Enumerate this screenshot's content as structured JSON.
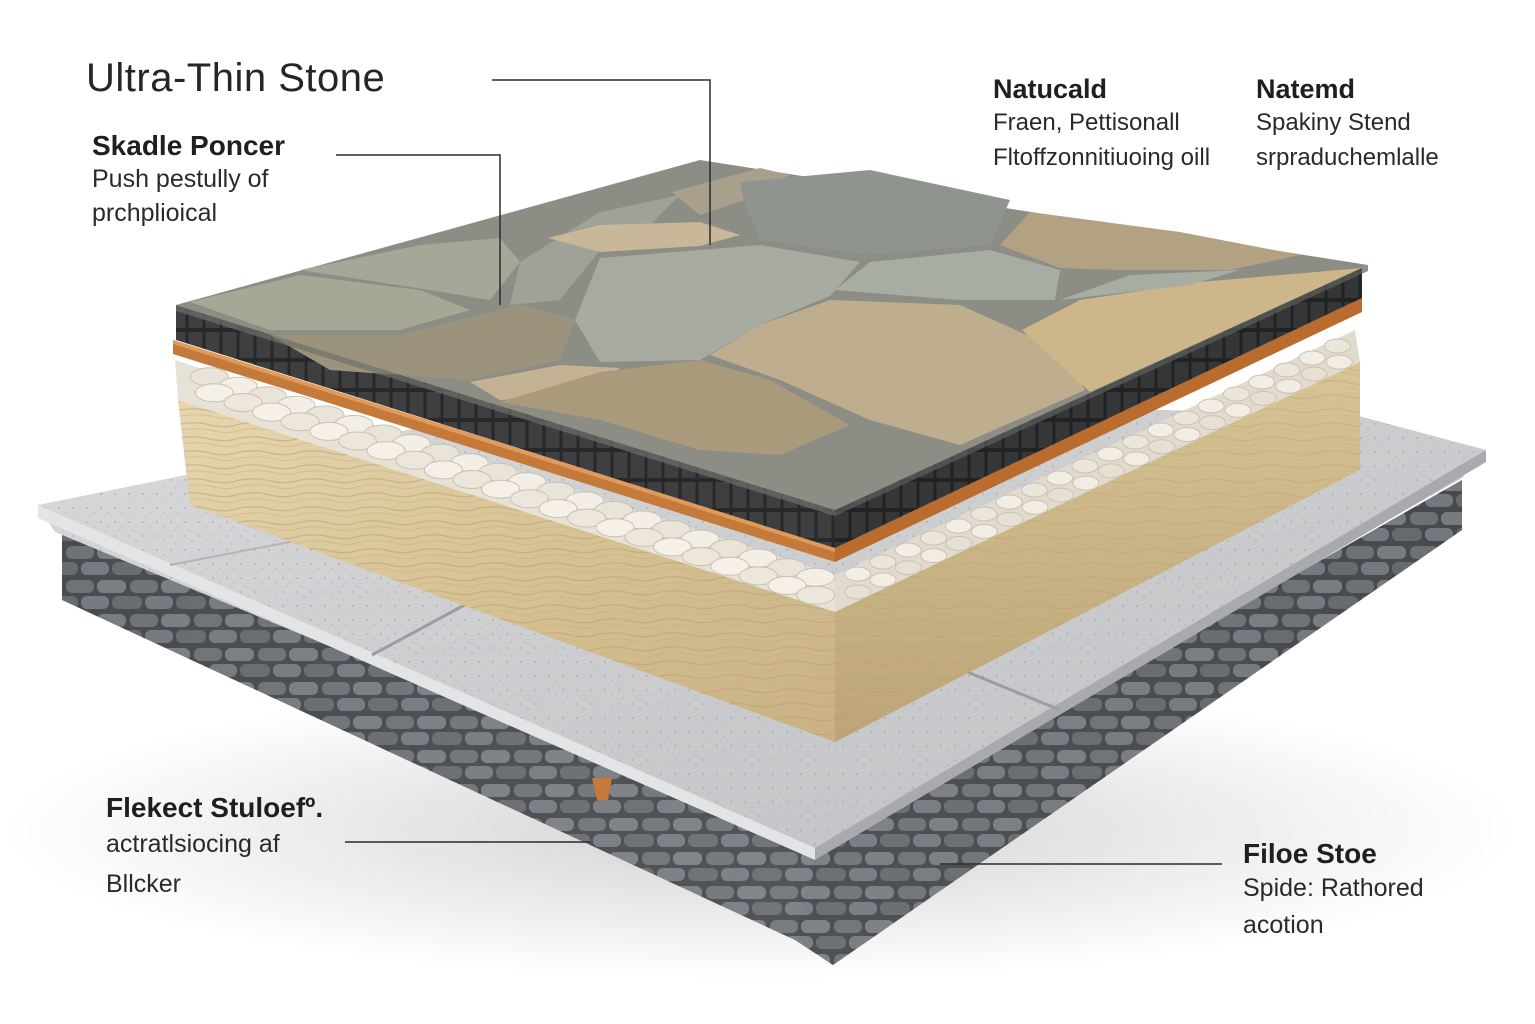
{
  "title": "Ultra-Thin Stone",
  "callouts": {
    "top_left": {
      "heading": "Skadle Poncer",
      "lines": [
        "Push pestully of",
        "prchplioical"
      ]
    },
    "top_right_a": {
      "heading": "Natucald",
      "lines": [
        "Fraen, Pettisonall",
        "Fltoffzonnitiuoing oill"
      ]
    },
    "top_right_b": {
      "heading": "Natemd",
      "lines": [
        "Spakiny Stend",
        "srpraduchemlalle"
      ]
    },
    "bottom_left": {
      "heading": "Flekect Stuloefº.",
      "lines": [
        "actratlsiocing af",
        "Bllcker"
      ]
    },
    "bottom_right": {
      "heading": "Filoe Stoe",
      "lines": [
        "Spide: Rathored",
        "acotion"
      ]
    }
  },
  "colors": {
    "background": "#ffffff",
    "text": "#1f1f1f",
    "leader_line": "#2b2b2b",
    "top_stone_gray": "#9a9d92",
    "top_stone_beige": "#c8b898",
    "grid_layer": "#3a3b3d",
    "copper_strip": "#c47a3a",
    "pebble_layer": "#ece8de",
    "wood_core": "#d9c49a",
    "concrete_slab": "#c9cacc",
    "fieldstone": "#6d7074"
  }
}
